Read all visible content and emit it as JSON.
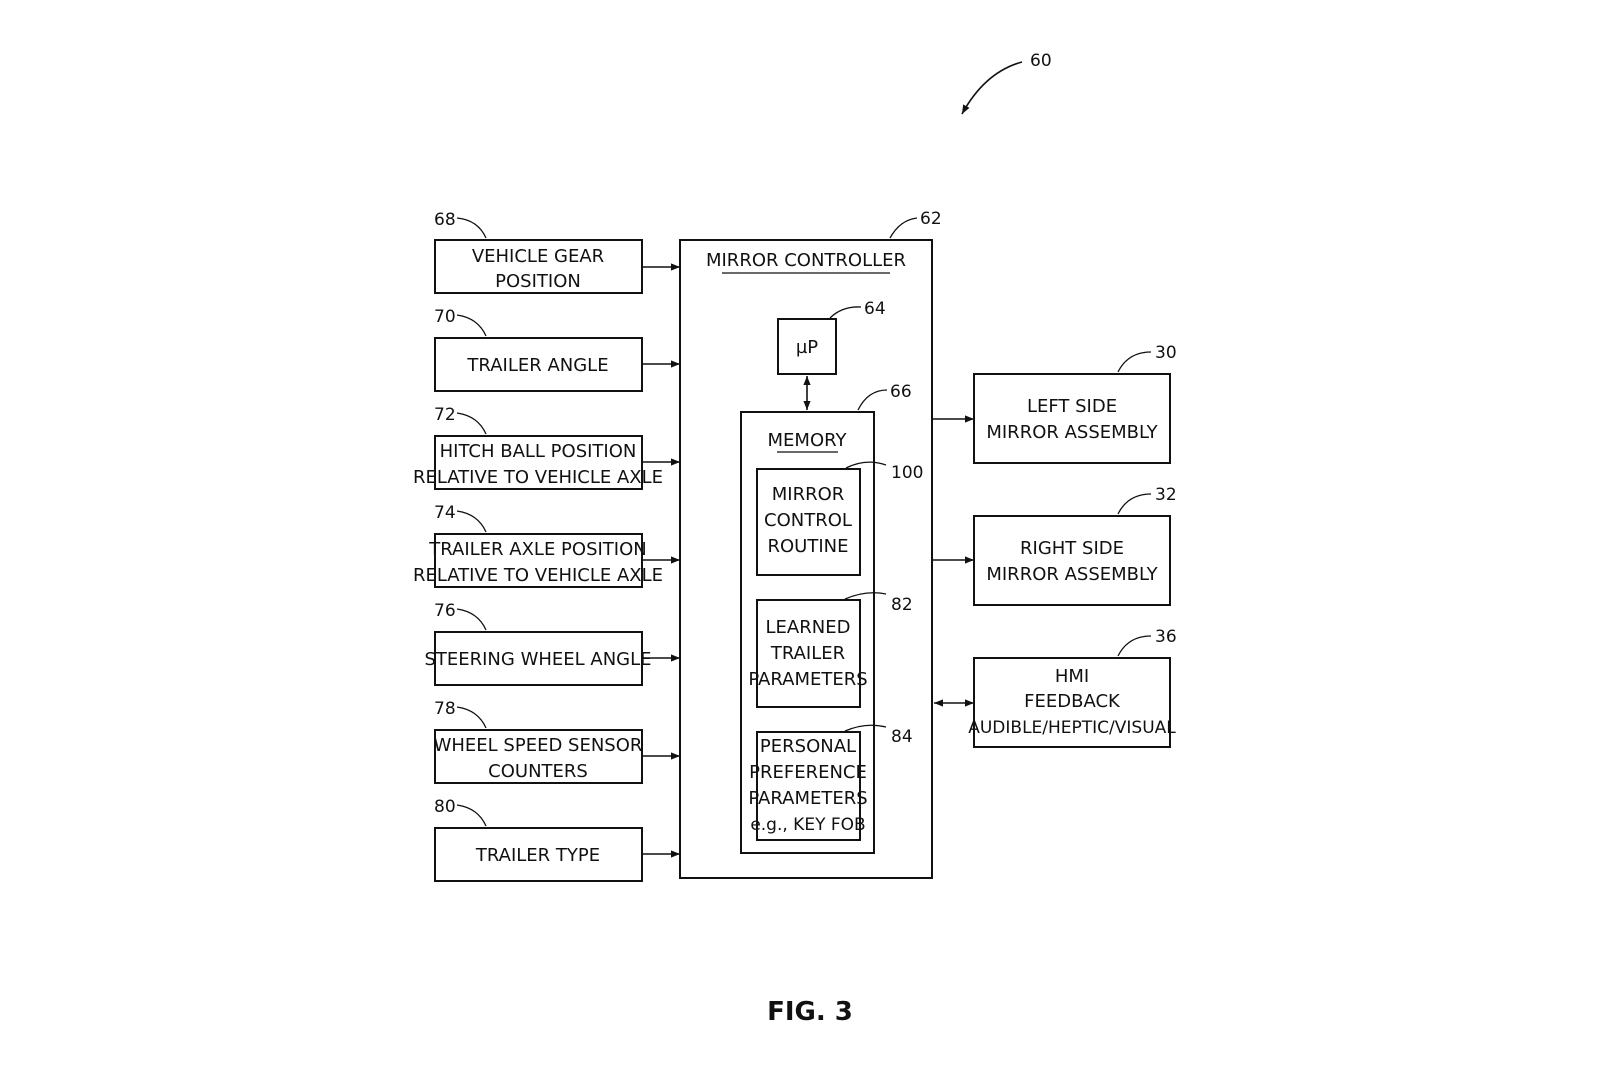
{
  "figure": {
    "number_ref": "60",
    "caption": "FIG. 3"
  },
  "controller": {
    "ref": "62",
    "title": "MIRROR CONTROLLER",
    "processor": {
      "ref": "64",
      "label": "µP"
    },
    "memory": {
      "ref": "66",
      "title": "MEMORY",
      "blocks": [
        {
          "ref": "100",
          "lines": [
            "MIRROR",
            "CONTROL",
            "ROUTINE"
          ]
        },
        {
          "ref": "82",
          "lines": [
            "LEARNED",
            "TRAILER",
            "PARAMETERS"
          ]
        },
        {
          "ref": "84",
          "lines": [
            "PERSONAL",
            "PREFERENCE",
            "PARAMETERS",
            "e.g., KEY FOB"
          ]
        }
      ]
    }
  },
  "inputs": [
    {
      "ref": "68",
      "lines": [
        "VEHICLE GEAR",
        "POSITION"
      ]
    },
    {
      "ref": "70",
      "lines": [
        "TRAILER ANGLE"
      ]
    },
    {
      "ref": "72",
      "lines": [
        "HITCH BALL POSITION",
        "RELATIVE TO VEHICLE AXLE"
      ]
    },
    {
      "ref": "74",
      "lines": [
        "TRAILER AXLE POSITION",
        "RELATIVE TO VEHICLE AXLE"
      ]
    },
    {
      "ref": "76",
      "lines": [
        "STEERING WHEEL ANGLE"
      ]
    },
    {
      "ref": "78",
      "lines": [
        "WHEEL SPEED SENSOR",
        "COUNTERS"
      ]
    },
    {
      "ref": "80",
      "lines": [
        "TRAILER TYPE"
      ]
    }
  ],
  "outputs": [
    {
      "ref": "30",
      "lines": [
        "LEFT SIDE",
        "MIRROR ASSEMBLY"
      ]
    },
    {
      "ref": "32",
      "lines": [
        "RIGHT SIDE",
        "MIRROR ASSEMBLY"
      ]
    },
    {
      "ref": "36",
      "lines": [
        "HMI",
        "FEEDBACK",
        "AUDIBLE/HEPTIC/VISUAL"
      ]
    }
  ]
}
